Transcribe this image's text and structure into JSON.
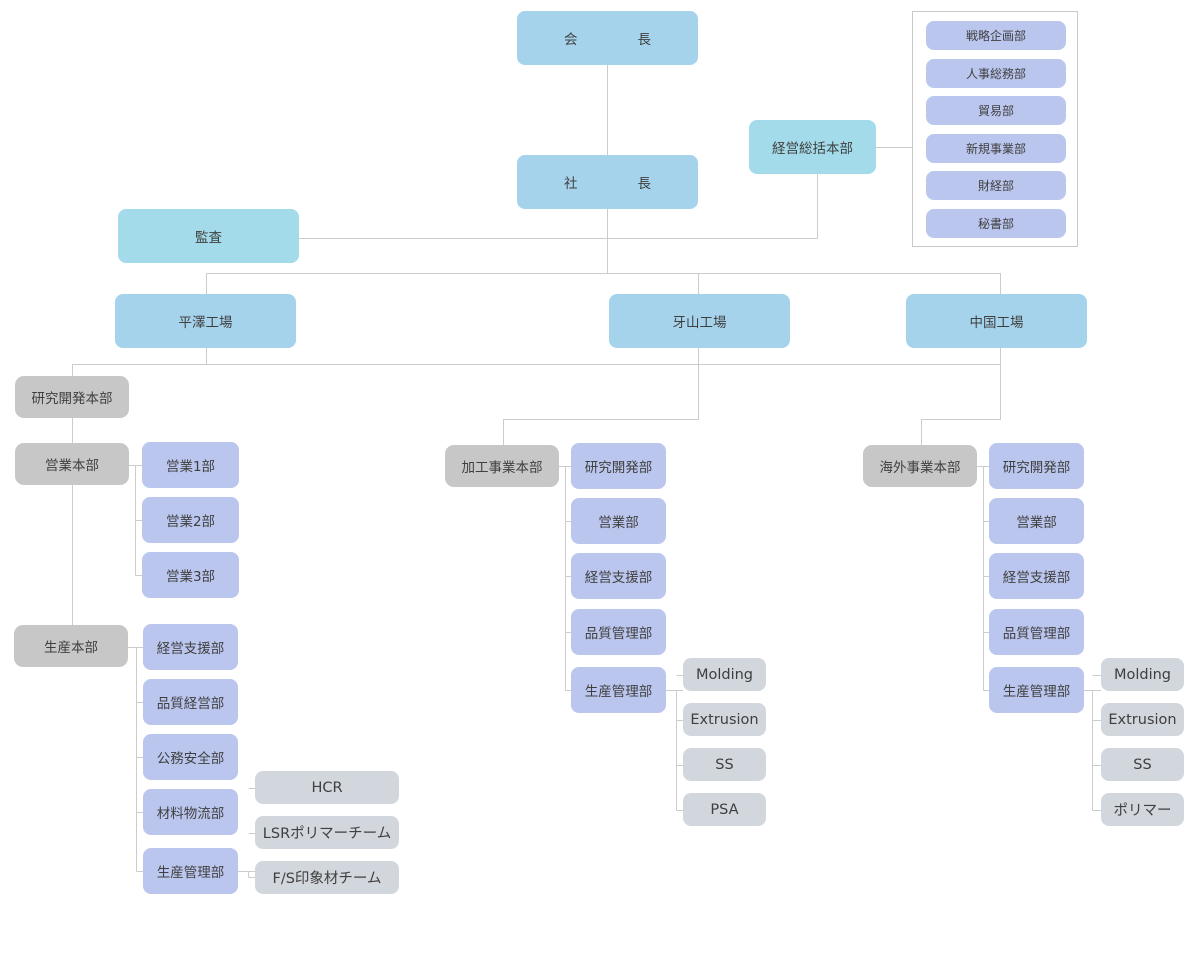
{
  "top": {
    "chairman": [
      "会",
      "長"
    ],
    "president": [
      "社",
      "長"
    ],
    "audit": "監査",
    "management_hq": "経営総括本部",
    "management_depts": [
      "戦略企画部",
      "人事総務部",
      "貿易部",
      "新規事業部",
      "財経部",
      "秘書部"
    ]
  },
  "plants": [
    "平澤工場",
    "牙山工場",
    "中国工場"
  ],
  "pyeongtaek": {
    "rd_hq": "研究開発本部",
    "sales_hq": "営業本部",
    "sales_depts": [
      "営業1部",
      "営業2部",
      "営業3部"
    ],
    "production_hq": "生産本部",
    "production_depts": [
      "経営支援部",
      "品質経営部",
      "公務安全部",
      "材料物流部",
      "生産管理部"
    ],
    "teams": [
      "HCR",
      "LSRポリマーチーム",
      "F/S印象材チーム"
    ]
  },
  "asan": {
    "hq": "加工事業本部",
    "depts": [
      "研究開発部",
      "営業部",
      "経営支援部",
      "品質管理部",
      "生産管理部"
    ],
    "teams": [
      "Molding",
      "Extrusion",
      "SS",
      "PSA"
    ]
  },
  "china": {
    "hq": "海外事業本部",
    "depts": [
      "研究開発部",
      "営業部",
      "経営支援部",
      "品質管理部",
      "生産管理部"
    ],
    "teams": [
      "Molding",
      "Extrusion",
      "SS",
      "ポリマー"
    ]
  },
  "colors": {
    "executive": "#a6d3ec",
    "staff": "#a3dbea",
    "hq": "#c7c7c7",
    "dept": "#bbc6ee",
    "team": "#d2d6dd",
    "line": "#cccccc"
  }
}
